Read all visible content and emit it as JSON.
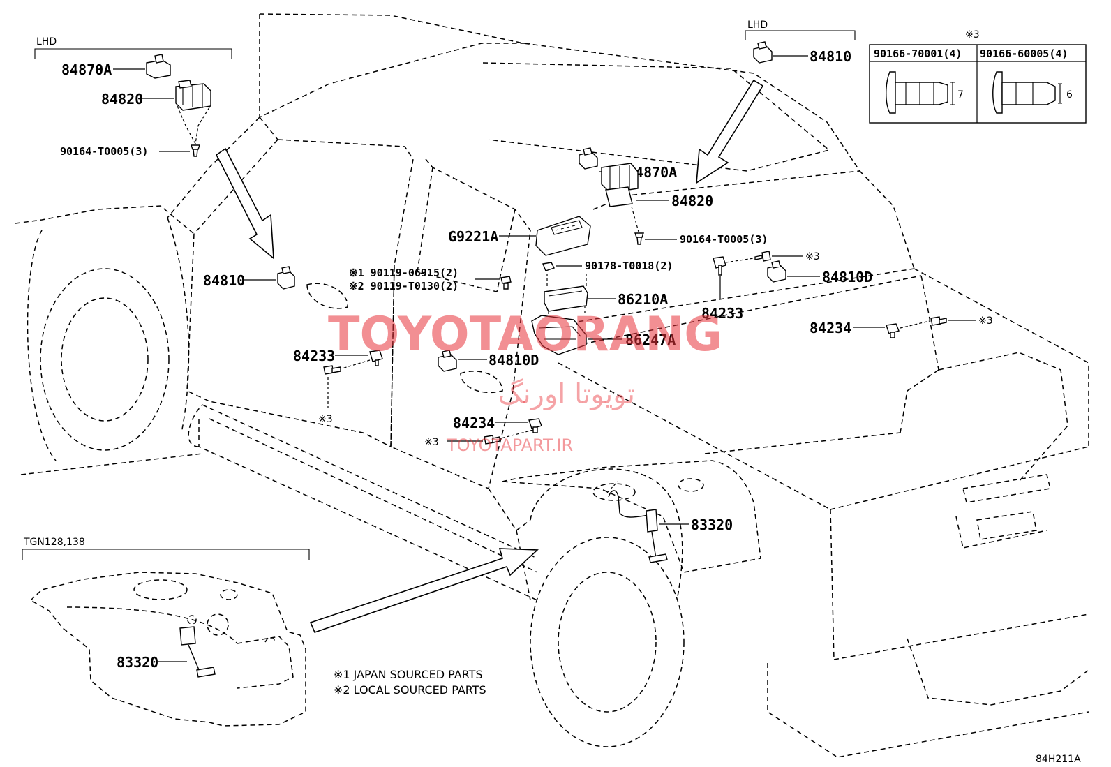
{
  "groups": {
    "lhd_left": "LHD",
    "lhd_right": "LHD",
    "tgn": "TGN128,138",
    "ref3": "※3"
  },
  "callouts": {
    "c84870A_left": "84870A",
    "c84820_left": "84820",
    "c90164_left": "90164-T0005(3)",
    "c84810_left": "84810",
    "c84810_right": "84810",
    "c84870A_mid": "84870A",
    "c84820_mid": "84820",
    "c90164_mid": "90164-T0005(3)",
    "cG9221A": "G9221A",
    "c90178": "90178-T0018(2)",
    "c90119_1": "※1 90119-06915(2)",
    "c90119_2": "※2 90119-T0130(2)",
    "c86210A": "86210A",
    "c86247A": "86247A",
    "c84233_mid": "84233",
    "c84233_right": "84233",
    "c84810D_right": "84810D",
    "c84810D_mid": "84810D",
    "c84234_right": "84234",
    "c84234_mid": "84234",
    "c83320_mid": "83320",
    "c83320_inset": "83320",
    "ref3_a": "※3",
    "ref3_b": "※3",
    "ref3_c": "※3",
    "ref3_d": "※3"
  },
  "fastener_table": {
    "col1": "90166-70001(4)",
    "col2": "90166-60005(4)",
    "dim1": "7",
    "dim2": "6"
  },
  "notes": {
    "n1": "※1 JAPAN SOURCED PARTS",
    "n2": "※2 LOCAL SOURCED PARTS"
  },
  "watermark": {
    "main": "TOYOTAORANG",
    "farsi": "تویوتا اورنگ",
    "url": "TOYOTAPART.IR"
  },
  "diagram_code": "84H211A"
}
